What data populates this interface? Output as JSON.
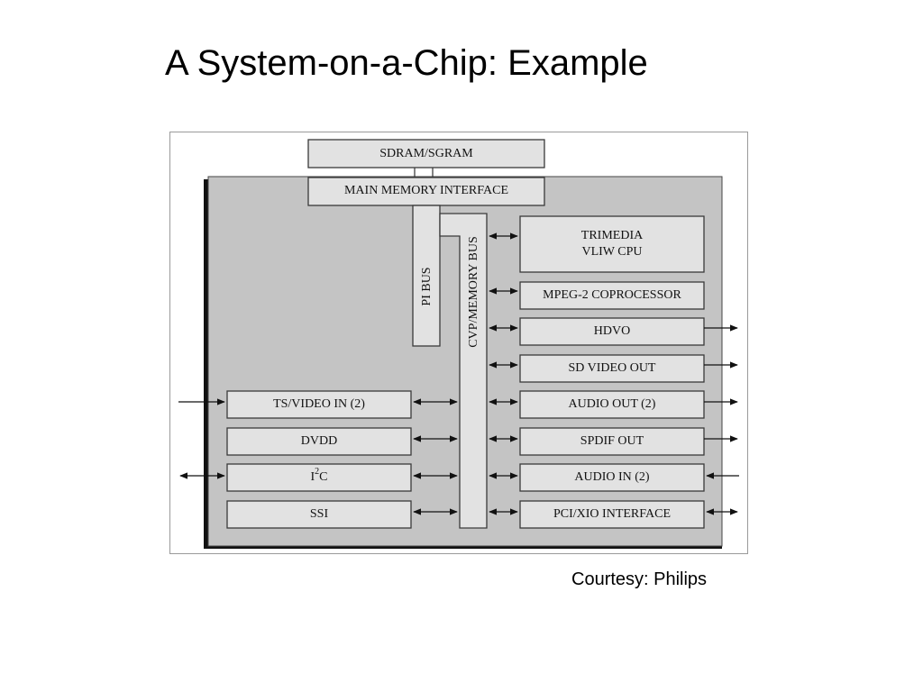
{
  "title": "A System-on-a-Chip: Example",
  "courtesy": "Courtesy: Philips",
  "diagram": {
    "sdram": "SDRAM/SGRAM",
    "main_memory_interface": "MAIN MEMORY INTERFACE",
    "pi_bus": "PI BUS",
    "cvp_memory_bus": "CVP/MEMORY BUS",
    "trimedia_line1": "TRIMEDIA",
    "trimedia_line2": "VLIW CPU",
    "mpeg2": "MPEG-2 COPROCESSOR",
    "hdvo": "HDVO",
    "sd_video_out": "SD VIDEO OUT",
    "audio_out": "AUDIO OUT (2)",
    "spdif_out": "SPDIF OUT",
    "audio_in": "AUDIO IN (2)",
    "pci_xio": "PCI/XIO INTERFACE",
    "ts_video_in": "TS/VIDEO IN (2)",
    "dvdd": "DVDD",
    "i2c_base": "I",
    "i2c_sup": "2",
    "i2c_tail": "C",
    "ssi": "SSI"
  }
}
